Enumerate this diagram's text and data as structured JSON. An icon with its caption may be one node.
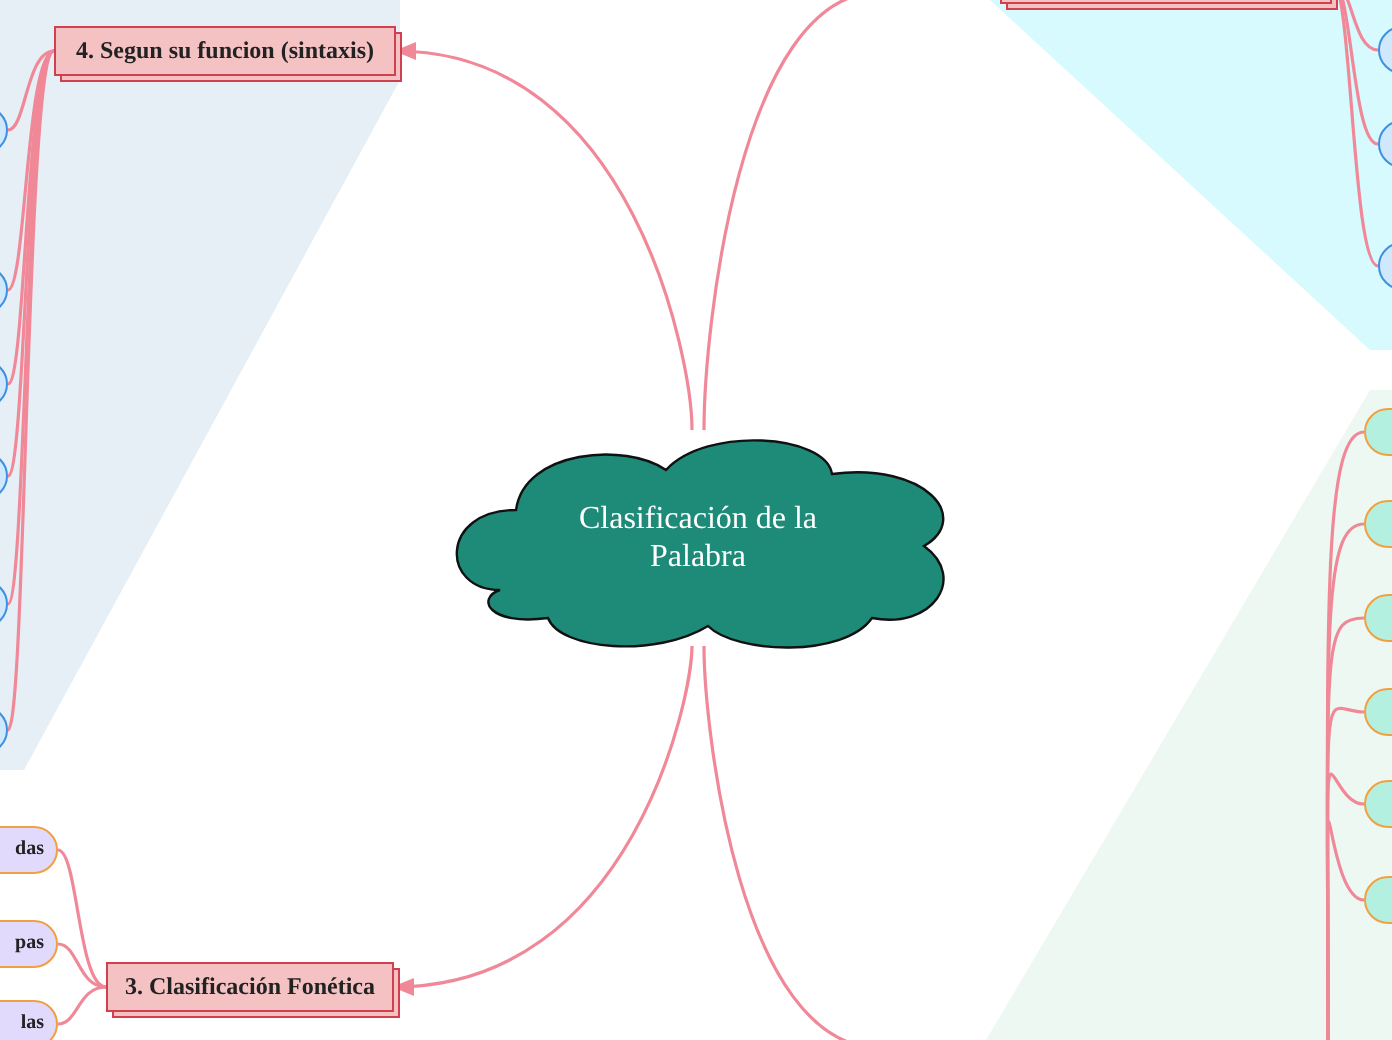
{
  "diagram": {
    "nodes": [
      {
        "text": [
          "Clasificación de la Palabra"
        ]
      },
      {
        "text": [
          "4. Segun su funcion (sintaxis)"
        ]
      },
      {
        "text": [],
        "shape": "box"
      },
      {
        "text": [
          "3. Clasificación Fonética"
        ]
      },
      {
        "text": [],
        "shape": "circle"
      },
      {
        "text": [],
        "shape": "circle"
      },
      {
        "text": [],
        "shape": "circle"
      },
      {
        "text": [],
        "shape": "circle"
      },
      {
        "text": [],
        "shape": "circle"
      },
      {
        "text": [],
        "shape": "circle"
      },
      {
        "text": [],
        "shape": "circle"
      },
      {
        "text": [],
        "shape": "circle"
      },
      {
        "text": [],
        "shape": "circle"
      },
      {
        "text": [],
        "shape": "box"
      },
      {
        "text": [],
        "shape": "box"
      },
      {
        "text": [],
        "shape": "box"
      },
      {
        "text": [],
        "shape": "box"
      },
      {
        "text": [],
        "shape": "box"
      },
      {
        "text": [],
        "shape": "box"
      },
      {
        "text": [
          "das"
        ]
      },
      {
        "text": [
          "pas"
        ]
      },
      {
        "text": [
          "las"
        ]
      }
    ],
    "edges": [
      {
        "from": 0,
        "to": 1,
        "arrow": "to"
      },
      {
        "from": 0,
        "to": null,
        "arrow": "none"
      },
      {
        "from": 0,
        "to": 3,
        "arrow": "to"
      },
      {
        "from": 0,
        "to": null,
        "arrow": "none"
      },
      {
        "from": 1,
        "to": 4,
        "arrow": "none"
      },
      {
        "from": 1,
        "to": 5,
        "arrow": "none"
      },
      {
        "from": 1,
        "to": 6,
        "arrow": "none"
      },
      {
        "from": 1,
        "to": 7,
        "arrow": "none"
      },
      {
        "from": 1,
        "to": 8,
        "arrow": "none"
      },
      {
        "from": 1,
        "to": 9,
        "arrow": "none"
      },
      {
        "from": 2,
        "to": 10,
        "arrow": "none"
      },
      {
        "from": 2,
        "to": 11,
        "arrow": "none"
      },
      {
        "from": 2,
        "to": 12,
        "arrow": "none"
      },
      {
        "from": null,
        "to": 13,
        "arrow": "none"
      },
      {
        "from": null,
        "to": 14,
        "arrow": "none"
      },
      {
        "from": null,
        "to": 15,
        "arrow": "none"
      },
      {
        "from": null,
        "to": 16,
        "arrow": "none"
      },
      {
        "from": null,
        "to": 17,
        "arrow": "none"
      },
      {
        "from": null,
        "to": 18,
        "arrow": "none"
      },
      {
        "from": 3,
        "to": 19,
        "arrow": "none"
      },
      {
        "from": 3,
        "to": 20,
        "arrow": "none"
      },
      {
        "from": 3,
        "to": 21,
        "arrow": "none"
      }
    ]
  }
}
